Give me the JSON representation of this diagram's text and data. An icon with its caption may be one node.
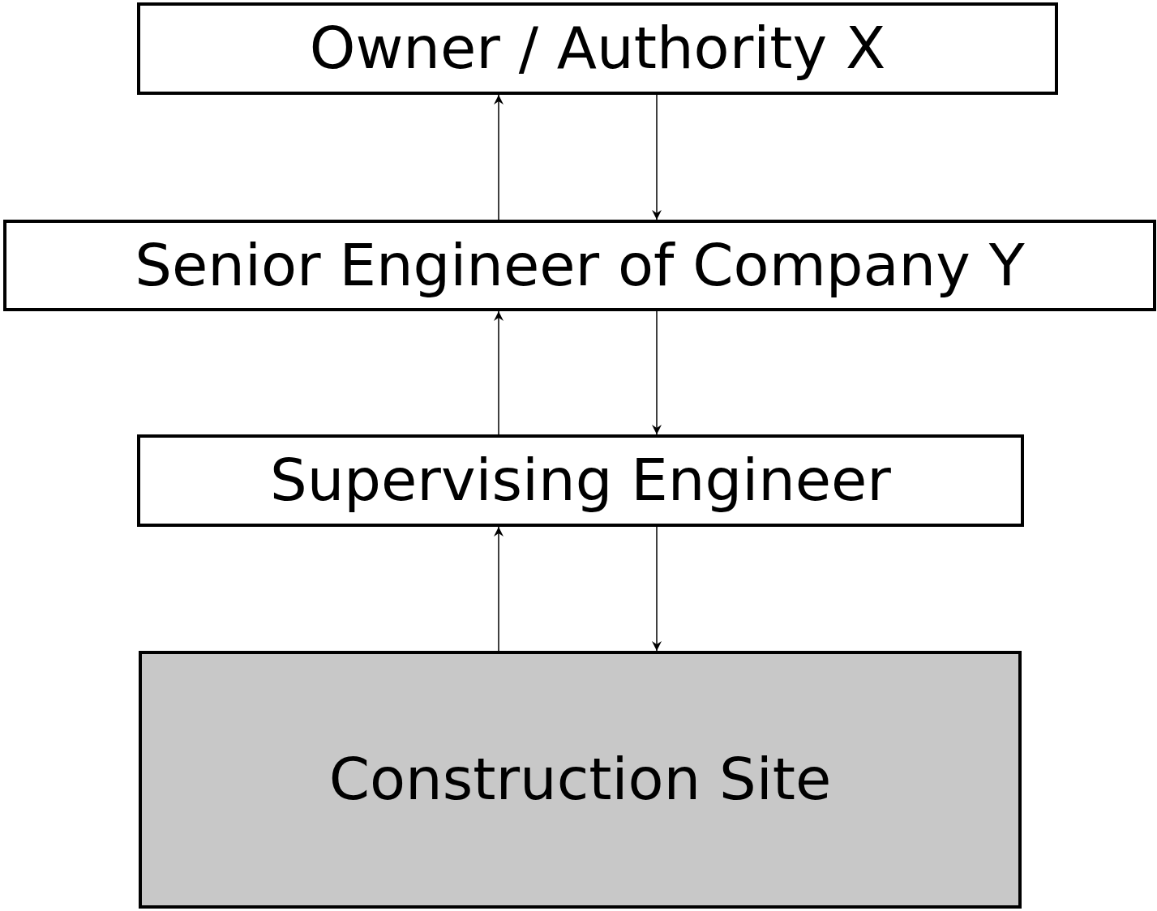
{
  "diagram": {
    "nodes": [
      {
        "text": [
          "Owner / Authority X"
        ]
      },
      {
        "text": [
          "Senior Engineer of Company Y"
        ]
      },
      {
        "text": [
          "Supervising Engineer"
        ]
      },
      {
        "text": [
          "Construction Site"
        ]
      }
    ],
    "edges": [
      {
        "from": 1,
        "to": 0,
        "arrow": "to"
      },
      {
        "from": 0,
        "to": 1,
        "arrow": "to"
      },
      {
        "from": 2,
        "to": 1,
        "arrow": "to"
      },
      {
        "from": 1,
        "to": 2,
        "arrow": "to"
      },
      {
        "from": 3,
        "to": 2,
        "arrow": "to"
      },
      {
        "from": 2,
        "to": 3,
        "arrow": "to"
      }
    ]
  }
}
